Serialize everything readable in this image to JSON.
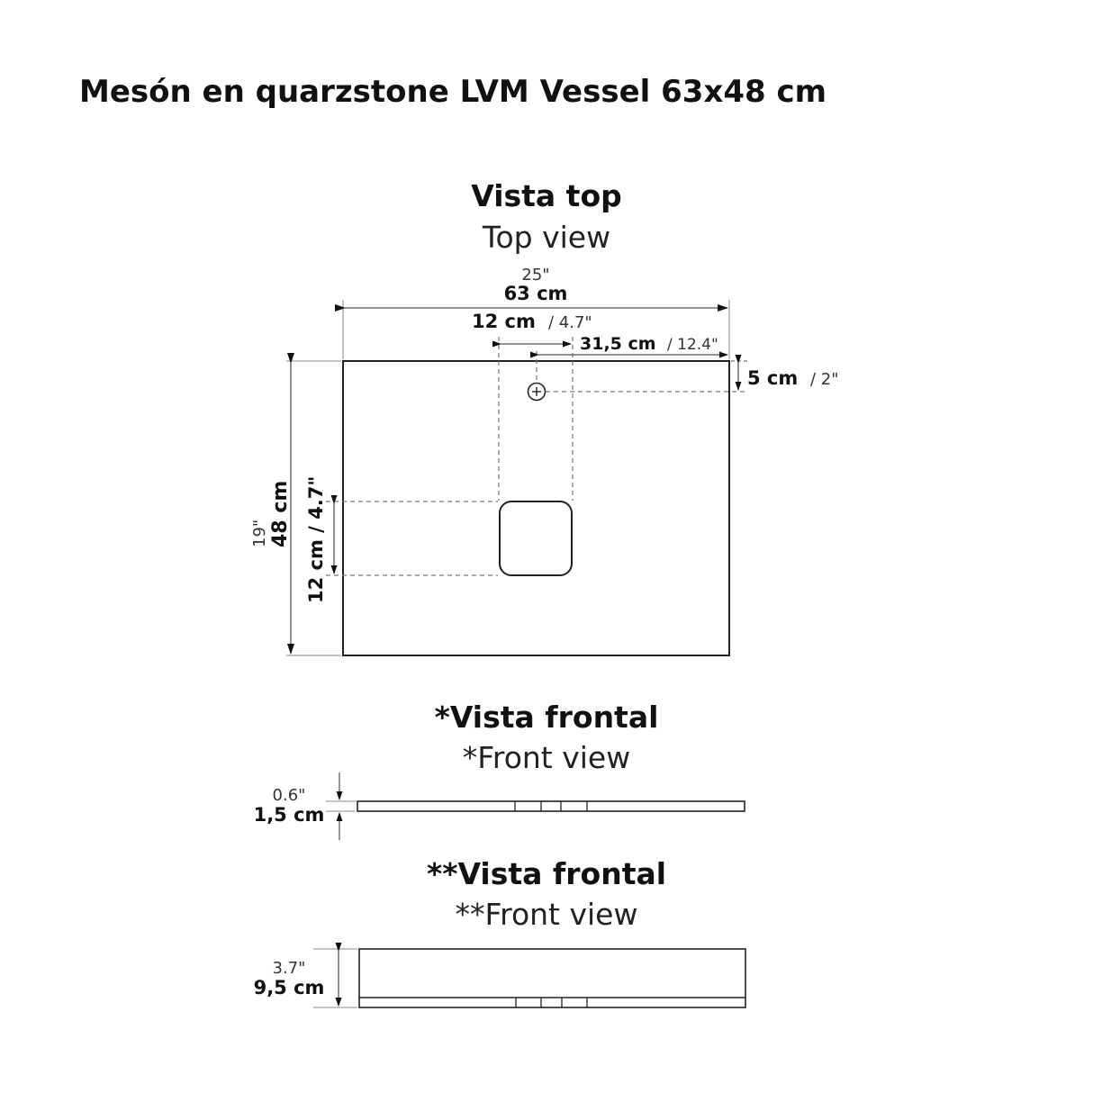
{
  "title": "Mesón en quarzstone LVM Vessel 63x48 cm",
  "top_view": {
    "heading": "Vista top",
    "subheading": "Top view",
    "width_in": "25\"",
    "width_cm": "63 cm",
    "drain_offset_cm": "12 cm",
    "drain_offset_in": "/ 4.7\"",
    "center_offset_cm": "31,5 cm",
    "center_offset_in": "/ 12.4\"",
    "faucet_offset_cm": "5 cm",
    "faucet_offset_in": "/ 2\"",
    "depth_in": "19\"",
    "depth_cm": "48 cm",
    "drain_size_v": "12 cm / 4.7\""
  },
  "front_view_1": {
    "heading": "*Vista frontal",
    "subheading": "*Front view",
    "thickness_in": "0.6\"",
    "thickness_cm": "1,5 cm"
  },
  "front_view_2": {
    "heading": "**Vista frontal",
    "subheading": "**Front view",
    "thickness_in": "3.7\"",
    "thickness_cm": "9,5 cm"
  }
}
